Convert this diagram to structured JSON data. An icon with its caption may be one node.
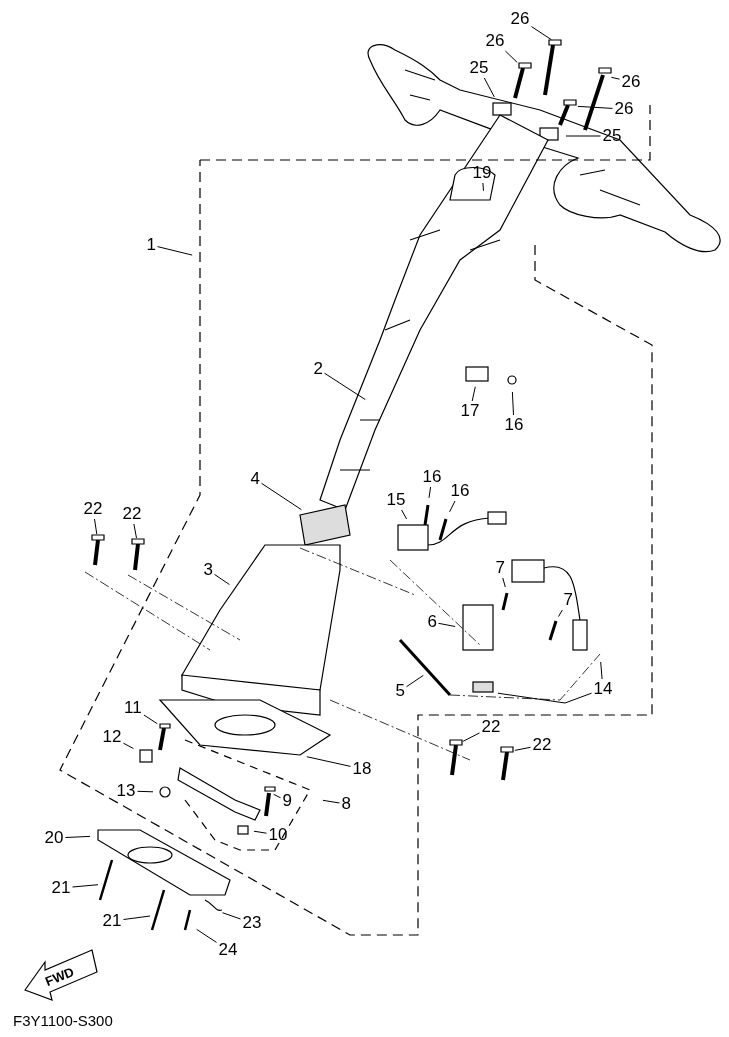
{
  "diagram": {
    "nodes": [
      {
        "text": [
          "26"
        ]
      },
      {
        "text": [
          "26"
        ]
      },
      {
        "text": [
          "25"
        ]
      },
      {
        "text": [
          "26"
        ]
      },
      {
        "text": [
          "26"
        ]
      },
      {
        "text": [
          "25"
        ]
      },
      {
        "text": [
          "19"
        ]
      },
      {
        "text": [
          "1"
        ]
      },
      {
        "text": [
          "2"
        ]
      },
      {
        "text": [
          "17"
        ]
      },
      {
        "text": [
          "16"
        ]
      },
      {
        "text": [
          "4"
        ]
      },
      {
        "text": [
          "16"
        ]
      },
      {
        "text": [
          "16"
        ]
      },
      {
        "text": [
          "15"
        ]
      },
      {
        "text": [
          "22"
        ]
      },
      {
        "text": [
          "22"
        ]
      },
      {
        "text": [
          "3"
        ]
      },
      {
        "text": [
          "7"
        ]
      },
      {
        "text": [
          "7"
        ]
      },
      {
        "text": [
          "6"
        ]
      },
      {
        "text": [
          "5"
        ]
      },
      {
        "text": [
          "14"
        ]
      },
      {
        "text": [
          "11"
        ]
      },
      {
        "text": [
          "12"
        ]
      },
      {
        "text": [
          "22"
        ]
      },
      {
        "text": [
          "18"
        ]
      },
      {
        "text": [
          "22"
        ]
      },
      {
        "text": [
          "13"
        ]
      },
      {
        "text": [
          "9"
        ]
      },
      {
        "text": [
          "8"
        ]
      },
      {
        "text": [
          "10"
        ]
      },
      {
        "text": [
          "20"
        ]
      },
      {
        "text": [
          "21"
        ]
      },
      {
        "text": [
          "21"
        ]
      },
      {
        "text": [
          "23"
        ]
      },
      {
        "text": [
          "24"
        ]
      }
    ],
    "edges": [
      {
        "from": 0,
        "to": null,
        "arrow": "none"
      },
      {
        "from": 1,
        "to": null,
        "arrow": "none"
      },
      {
        "from": 2,
        "to": null,
        "arrow": "none"
      },
      {
        "from": 3,
        "to": null,
        "arrow": "none"
      },
      {
        "from": 4,
        "to": null,
        "arrow": "none"
      },
      {
        "from": 5,
        "to": null,
        "arrow": "none"
      },
      {
        "from": 6,
        "to": null,
        "arrow": "none"
      },
      {
        "from": 7,
        "to": null,
        "arrow": "none"
      },
      {
        "from": 8,
        "to": null,
        "arrow": "none"
      },
      {
        "from": 9,
        "to": null,
        "arrow": "none"
      },
      {
        "from": 10,
        "to": null,
        "arrow": "none"
      },
      {
        "from": 11,
        "to": null,
        "arrow": "none"
      },
      {
        "from": 12,
        "to": null,
        "arrow": "none"
      },
      {
        "from": 13,
        "to": null,
        "arrow": "none"
      },
      {
        "from": 14,
        "to": null,
        "arrow": "none"
      },
      {
        "from": 15,
        "to": null,
        "arrow": "none"
      },
      {
        "from": 16,
        "to": null,
        "arrow": "none"
      },
      {
        "from": 17,
        "to": null,
        "arrow": "none"
      },
      {
        "from": 18,
        "to": null,
        "arrow": "none"
      },
      {
        "from": 19,
        "to": null,
        "arrow": "none"
      },
      {
        "from": 20,
        "to": null,
        "arrow": "none"
      },
      {
        "from": 21,
        "to": null,
        "arrow": "none"
      },
      {
        "from": 22,
        "to": null,
        "arrow": "none"
      },
      {
        "from": 22,
        "to": null,
        "arrow": "none"
      },
      {
        "from": 23,
        "to": null,
        "arrow": "none"
      },
      {
        "from": 24,
        "to": null,
        "arrow": "none"
      },
      {
        "from": 25,
        "to": null,
        "arrow": "none"
      },
      {
        "from": 26,
        "to": null,
        "arrow": "none"
      },
      {
        "from": 27,
        "to": null,
        "arrow": "none"
      },
      {
        "from": 28,
        "to": null,
        "arrow": "none"
      },
      {
        "from": 29,
        "to": null,
        "arrow": "none"
      },
      {
        "from": 30,
        "to": null,
        "arrow": "none"
      },
      {
        "from": 31,
        "to": null,
        "arrow": "none"
      },
      {
        "from": 32,
        "to": null,
        "arrow": "none"
      },
      {
        "from": 33,
        "to": null,
        "arrow": "none"
      },
      {
        "from": 34,
        "to": null,
        "arrow": "none"
      },
      {
        "from": 35,
        "to": null,
        "arrow": "none"
      },
      {
        "from": 36,
        "to": null,
        "arrow": "none"
      }
    ],
    "labels": [
      "FWD",
      "F3Y1100-S300"
    ]
  }
}
